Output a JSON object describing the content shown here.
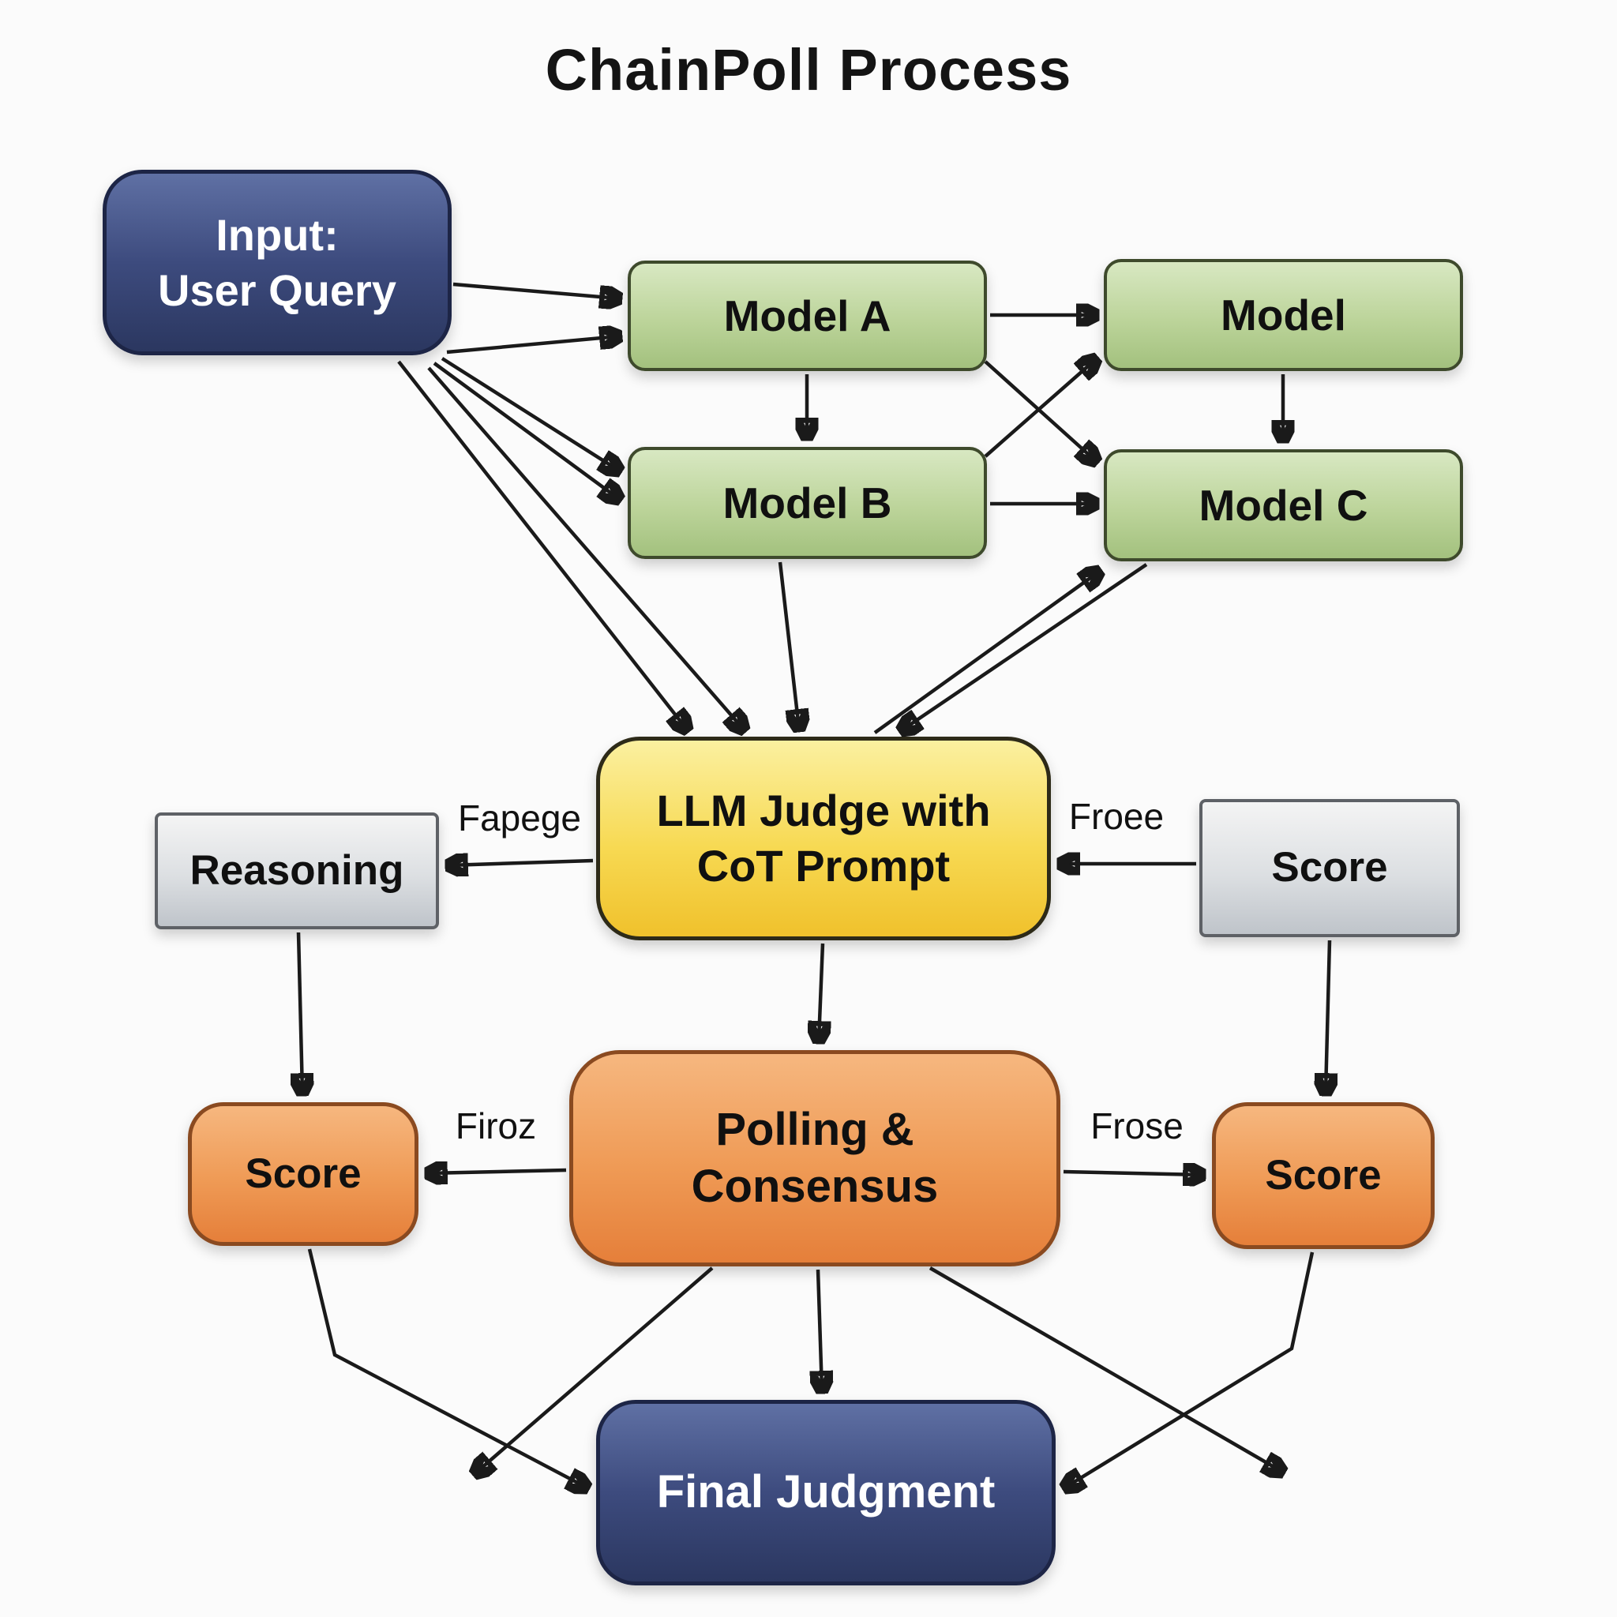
{
  "title": "ChainPoll Process",
  "nodes": {
    "input": {
      "label": "Input:\nUser Query",
      "color": "#3d4b7e"
    },
    "model_a": {
      "label": "Model A",
      "color": "#bcd49a"
    },
    "model_top": {
      "label": "Model",
      "color": "#bcd49a"
    },
    "model_b": {
      "label": "Model B",
      "color": "#bcd49a"
    },
    "model_c": {
      "label": "Model C",
      "color": "#bcd49a"
    },
    "llm_judge": {
      "label": "LLM Judge with\nCoT Prompt",
      "color": "#f7d952"
    },
    "reasoning": {
      "label": "Reasoning",
      "color": "#dcdfe2"
    },
    "score_top_right": {
      "label": "Score",
      "color": "#dcdfe2"
    },
    "polling": {
      "label": "Polling &\nConsensus",
      "color": "#ef9a55"
    },
    "score_bottom_left": {
      "label": "Score",
      "color": "#ef9a55"
    },
    "score_bottom_right": {
      "label": "Score",
      "color": "#ef9a55"
    },
    "final_judgment": {
      "label": "Final Judgment",
      "color": "#3d4b7e"
    }
  },
  "edge_labels": {
    "fapege": "Fapege",
    "froee": "Froee",
    "firoz": "Firoz",
    "frose": "Frose"
  },
  "colors": {
    "edge": "#1a1a1a",
    "navy": "#3d4b7e",
    "green": "#bcd49a",
    "yellow": "#f7d952",
    "gray": "#dcdfe2",
    "orange": "#ef9a55",
    "background": "#fbfbfb"
  }
}
